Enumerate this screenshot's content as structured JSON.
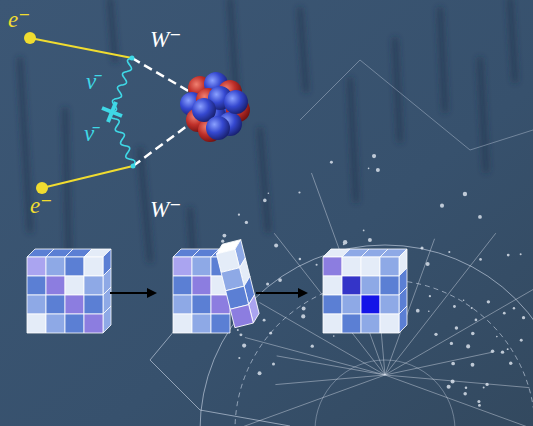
{
  "diagram": {
    "labels": [
      "e⁻",
      "W⁻",
      "ν̄",
      "ν̄",
      "W⁻",
      "e⁻"
    ]
  }
}
